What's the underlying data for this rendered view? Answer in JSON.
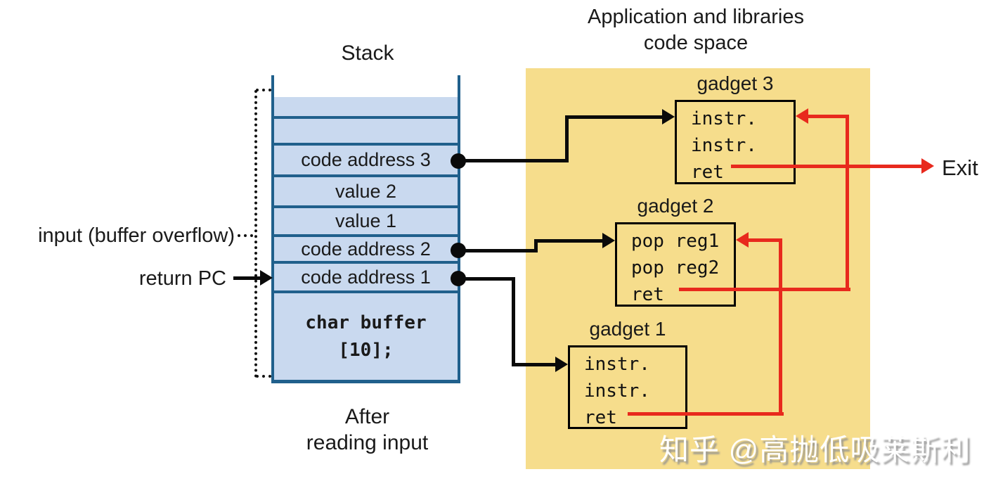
{
  "titles": {
    "stack": "Stack",
    "code_space_line1": "Application and libraries",
    "code_space_line2": "code space",
    "after_line1": "After",
    "after_line2": "reading input"
  },
  "left_labels": {
    "input": "input (buffer overflow)",
    "return_pc": "return PC"
  },
  "stack": {
    "rows": [
      "",
      "",
      "code address 3",
      "value 2",
      "value 1",
      "code address 2",
      "code address 1"
    ],
    "buffer_line1": "char buffer",
    "buffer_line2": "[10];"
  },
  "gadgets": [
    {
      "label": "gadget 3",
      "lines": [
        "instr.",
        "instr.",
        "ret"
      ]
    },
    {
      "label": "gadget 2",
      "lines": [
        "pop reg1",
        "pop reg2",
        "ret"
      ]
    },
    {
      "label": "gadget 1",
      "lines": [
        "instr.",
        "instr.",
        "ret"
      ]
    }
  ],
  "exit_label": "Exit",
  "watermark": "知乎 @高抛低吸莱斯利",
  "colors": {
    "code_space_bg": "#f6dd8c",
    "stack_fill": "#c9d9ef",
    "stack_border": "#20608c",
    "arrow_black": "#0a0a0a",
    "arrow_red": "#e8291d",
    "text": "#1a1a1a",
    "watermark": "#ffffff"
  }
}
